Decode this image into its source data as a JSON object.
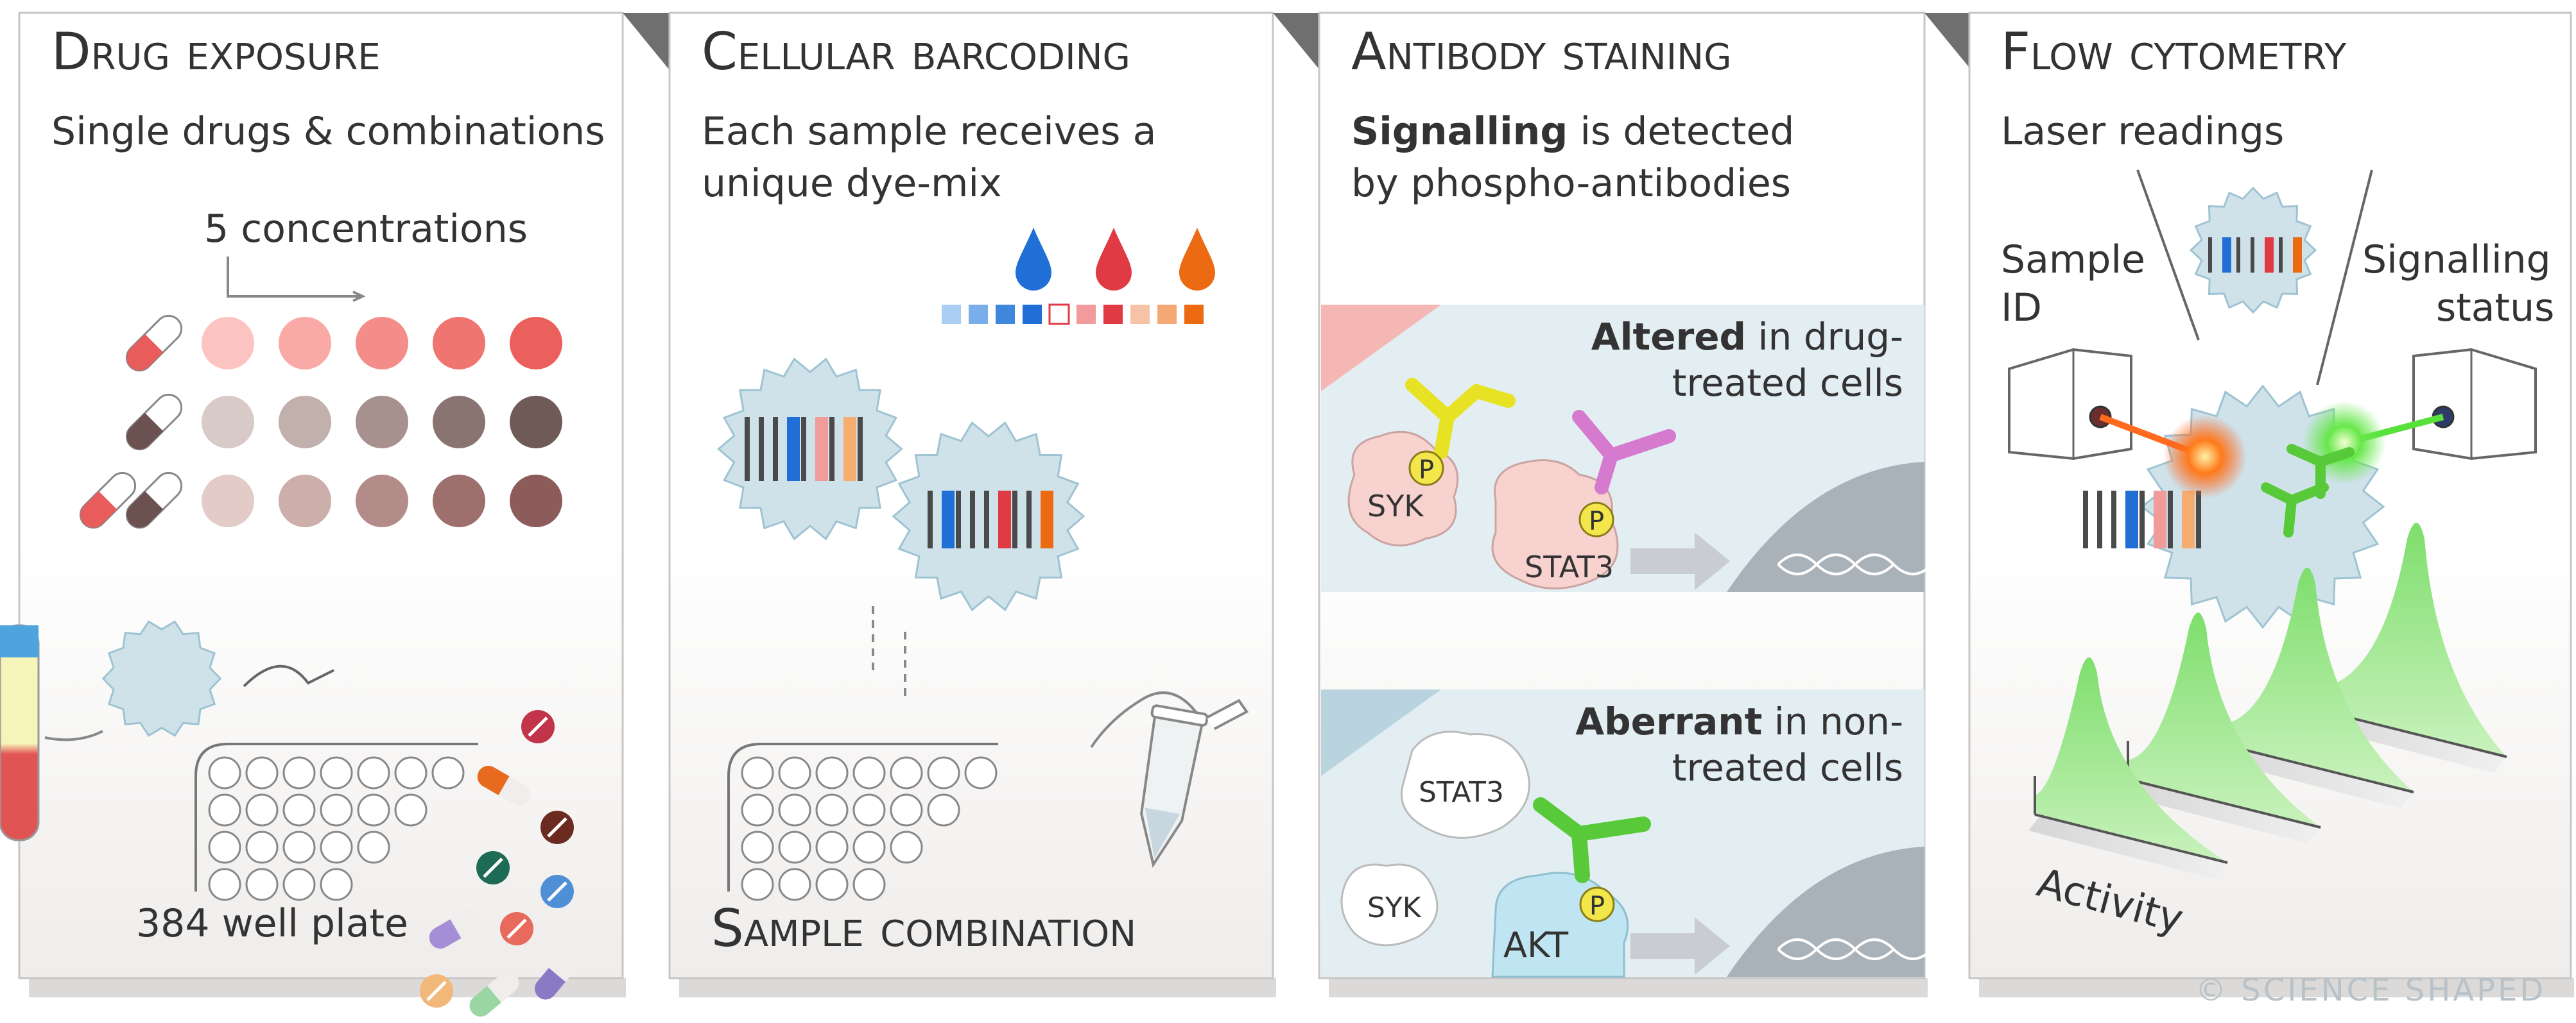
{
  "colors": {
    "panel_bg": "#f3f2f1",
    "panel_border": "#c8c6c4",
    "corner_fold": "#6f6f6f",
    "cell_blue": "#cfe2ea",
    "cell_edge": "#9ec3d2",
    "text": "#333333",
    "dye_blue": "#1f6fd6",
    "dye_red": "#e03a45",
    "dye_orange": "#ec6a12",
    "antibody_yellow": "#e8e224",
    "antibody_purple": "#d67ad0",
    "antibody_green": "#58c938",
    "protein_pink": "#f7d2cf",
    "histogram_green": "#7ede6c"
  },
  "panels": [
    {
      "title": "Drug exposure",
      "subtitle": "Single drugs & combinations",
      "concentration_label": "5 concentrations",
      "plate_label": "384 well plate",
      "dot_rows": [
        [
          "#fbc4c1",
          "#f9a9a6",
          "#f48d89",
          "#f07470",
          "#eb5f5c"
        ],
        [
          "#d8cac7",
          "#c1b0ac",
          "#a6918e",
          "#8a7471",
          "#6e5b58"
        ],
        [
          "#e3cbc8",
          "#ccaeaa",
          "#b38b88",
          "#9d706e",
          "#8c5c5b"
        ]
      ]
    },
    {
      "title": "Cellular barcoding",
      "subtitle_lines": [
        "Each sample receives a",
        "unique dye-mix"
      ],
      "bottom_label": "Sample combination"
    },
    {
      "title": "Antibody staining",
      "subtitle_bold": "Signalling",
      "subtitle_rest": " is detected",
      "subtitle_line2": "by phospho-antibodies",
      "box1": {
        "bold": "Altered",
        "rest": " in drug-",
        "line2": "treated cells",
        "proteins": [
          "SYK",
          "STAT3"
        ]
      },
      "box2": {
        "bold": "Aberrant",
        "rest": " in non-",
        "line2": "treated cells",
        "proteins": [
          "STAT3",
          "SYK",
          "AKT"
        ]
      },
      "phospho_label": "P"
    },
    {
      "title": "Flow cytometry",
      "subtitle": "Laser readings",
      "left_label": [
        "Sample",
        "ID"
      ],
      "right_label": [
        "Signalling",
        "status"
      ],
      "axis_label": "Activity"
    }
  ],
  "watermark": "© SCIENCE SHAPED"
}
